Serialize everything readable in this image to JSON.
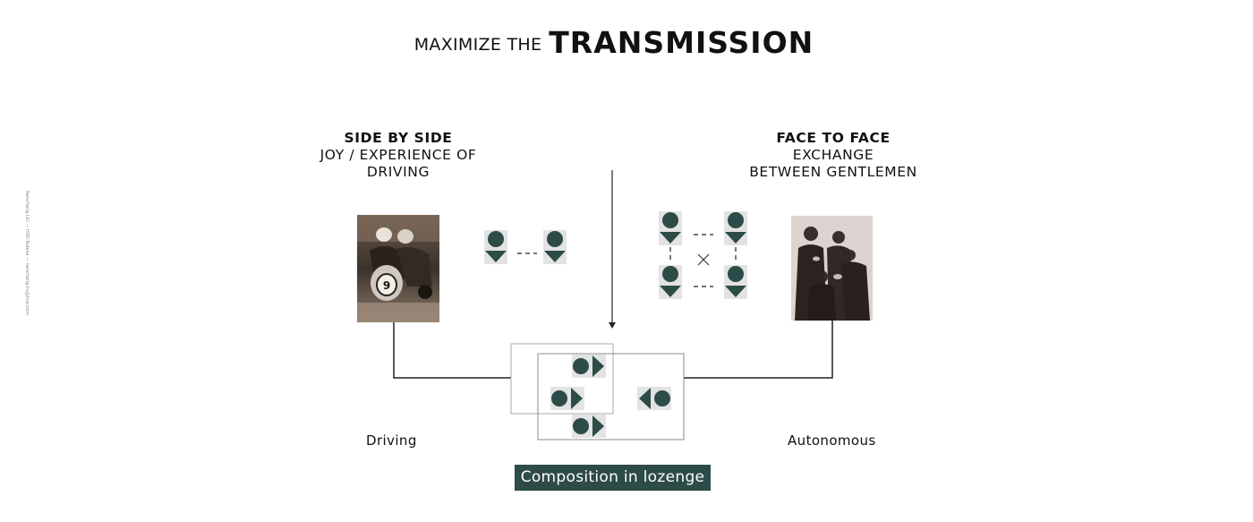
{
  "title": {
    "prefix": "MAXIMIZE THE",
    "main": "TRANSMISSION"
  },
  "side_note": "Nanchang LIU — HSD-Rubika — nanchang.liu@live.com",
  "left_block": {
    "heading": "SIDE BY SIDE",
    "line1": "JOY / EXPERIENCE OF",
    "line2": "DRIVING",
    "photo_number": "9",
    "label": "Driving"
  },
  "right_block": {
    "heading": "FACE TO FACE",
    "line1": "EXCHANGE",
    "line2": "BETWEEN GENTLEMEN",
    "label": "Autonomous"
  },
  "caption": "Composition in lozenge",
  "colors": {
    "accent": "#2d4b47",
    "box": "#e3e3e3",
    "line": "#222222",
    "frame": "#aaaaaa"
  }
}
